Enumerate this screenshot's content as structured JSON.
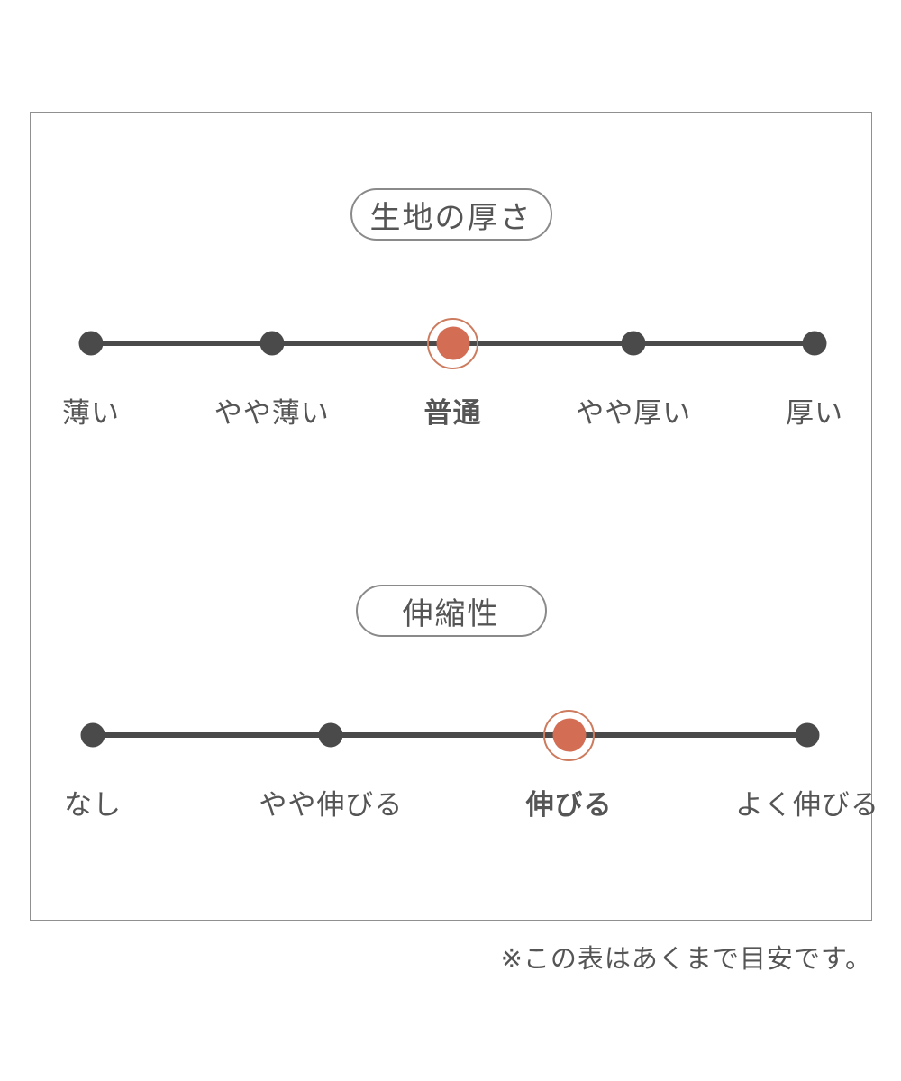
{
  "scales": [
    {
      "title": "生地の厚さ",
      "options": [
        "薄い",
        "やや薄い",
        "普通",
        "やや厚い",
        "厚い"
      ],
      "selected_index": 2,
      "selected_label": "普通"
    },
    {
      "title": "伸縮性",
      "options": [
        "なし",
        "やや伸びる",
        "伸びる",
        "よく伸びる"
      ],
      "selected_index": 2,
      "selected_label": "伸びる"
    }
  ],
  "note": "※この表はあくまで目安です。",
  "colors": {
    "accent": "#d36e54",
    "accent_ring": "#cd7b5e",
    "dot": "#4a4a4a",
    "text": "#555555",
    "frame_border": "#909090",
    "pill_border": "#8a8a8a"
  }
}
